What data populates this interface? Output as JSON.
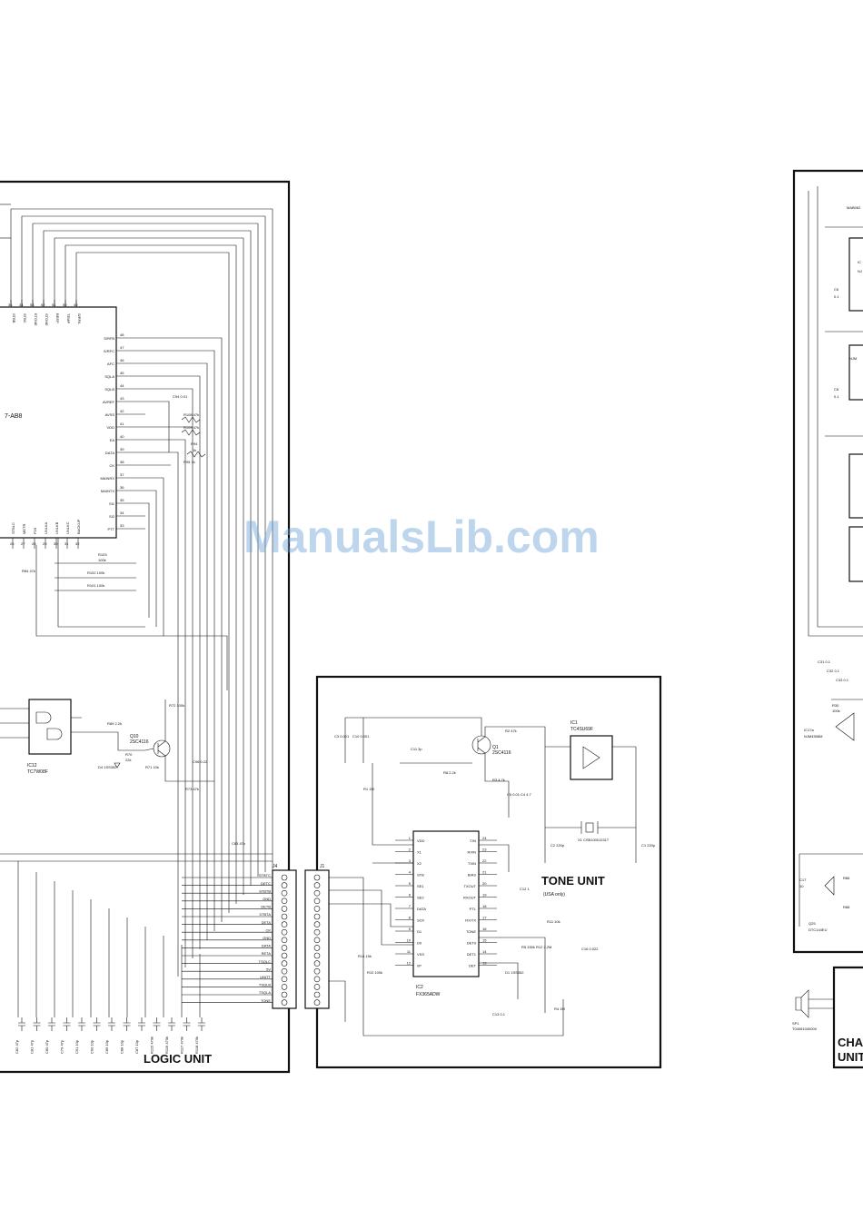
{
  "watermark": "ManualsLib.com",
  "logic_unit": {
    "title": "LOGIC UNIT",
    "main_ic_label": "7-AB8",
    "top_pins": [
      {
        "num": "36",
        "name": "STBB"
      },
      {
        "num": "34",
        "name": "STBC"
      },
      {
        "num": "53",
        "name": "ETONE"
      },
      {
        "num": "52",
        "name": "STONE"
      },
      {
        "num": "51",
        "name": "BEEP"
      },
      {
        "num": "50",
        "name": "TEMP"
      },
      {
        "num": "49",
        "name": "S/RFA"
      }
    ],
    "right_pins": [
      {
        "num": "48",
        "name": "S/RFB"
      },
      {
        "num": "47",
        "name": "S/RFC"
      },
      {
        "num": "46",
        "name": "AFC"
      },
      {
        "num": "45",
        "name": "SQLA"
      },
      {
        "num": "44",
        "name": "SQLB"
      },
      {
        "num": "43",
        "name": "AVREF"
      },
      {
        "num": "42",
        "name": "AVSS"
      },
      {
        "num": "41",
        "name": "VDD"
      },
      {
        "num": "40",
        "name": "EA"
      },
      {
        "num": "39",
        "name": "DATA"
      },
      {
        "num": "38",
        "name": "CK"
      },
      {
        "num": "37",
        "name": "MAINRX"
      },
      {
        "num": "36",
        "name": "MAINTX"
      },
      {
        "num": "35",
        "name": "SI1"
      },
      {
        "num": "34",
        "name": "SI2"
      },
      {
        "num": "33",
        "name": "PTT"
      }
    ],
    "bottom_pins": [
      {
        "num": "26",
        "name": "STBLC"
      },
      {
        "num": "27",
        "name": "METR"
      },
      {
        "num": "28",
        "name": "P20"
      },
      {
        "num": "29",
        "name": "UNLKA"
      },
      {
        "num": "30",
        "name": "UNLKB"
      },
      {
        "num": "31",
        "name": "UNLKC"
      },
      {
        "num": "32",
        "name": "BACKUP"
      }
    ],
    "parts": [
      {
        "ref": "C94",
        "val": "0.01"
      },
      {
        "ref": "R108",
        "val": "47k"
      },
      {
        "ref": "R109",
        "val": "47k"
      },
      {
        "ref": "R94",
        "val": "1k"
      },
      {
        "ref": "R95",
        "val": "1k"
      },
      {
        "ref": "R103",
        "val": "100k"
      },
      {
        "ref": "R102",
        "val": "100k"
      },
      {
        "ref": "R101",
        "val": "100k"
      },
      {
        "ref": "R84",
        "val": "47k"
      },
      {
        "ref": "R69",
        "val": "2.2k"
      },
      {
        "ref": "R70",
        "val": "22k"
      },
      {
        "ref": "R71",
        "val": "10k"
      },
      {
        "ref": "R72",
        "val": "100k"
      },
      {
        "ref": "R73",
        "val": "47k"
      },
      {
        "ref": "C96",
        "val": "0.22"
      },
      {
        "ref": "C83",
        "val": "47p"
      },
      {
        "ref": "D4",
        "val": "1SS352"
      }
    ],
    "q10": {
      "ref": "Q10",
      "part": "2SC4116"
    },
    "ic12": {
      "ref": "IC12",
      "part": "TC7W08F"
    },
    "j4_ref": "J4",
    "connector_signals": [
      "STBTC",
      "DETC",
      "STBTB",
      "GND",
      "DETB",
      "STBTA",
      "DETA",
      "CK",
      "GND",
      "DATA",
      "RETA",
      "TSQLC",
      "5V",
      "UNITT",
      "TSQLB",
      "TSQLA",
      "TONE"
    ],
    "bottom_parts": [
      "C82 47p",
      "C81 47p",
      "C80 47p",
      "C79 47p",
      "C91 10p",
      "C90 10p",
      "C89 10p",
      "C88 10p",
      "C87 10p",
      "R115 470k",
      "R116 470k",
      "R117 470k",
      "R118 470k"
    ]
  },
  "tone_unit": {
    "title": "TONE UNIT",
    "note": "(USA only)",
    "ic1": {
      "ref": "IC1",
      "part": "TC4SU69F"
    },
    "q1": {
      "ref": "Q1",
      "part": "2SC4116"
    },
    "ic2": {
      "ref": "IC2",
      "part": "FX365ADW"
    },
    "j1_ref": "J1",
    "ic2_left_pins": [
      {
        "num": "1",
        "name": "VDD"
      },
      {
        "num": "2",
        "name": "X1"
      },
      {
        "num": "3",
        "name": "X2"
      },
      {
        "num": "4",
        "name": "STB"
      },
      {
        "num": "5",
        "name": "SE1"
      },
      {
        "num": "6",
        "name": "SE2"
      },
      {
        "num": "7",
        "name": "DATA"
      },
      {
        "num": "8",
        "name": "SCK"
      },
      {
        "num": "9",
        "name": "D1"
      },
      {
        "num": "10",
        "name": "D0"
      },
      {
        "num": "11",
        "name": "VSS"
      },
      {
        "num": "12",
        "name": "I/P"
      }
    ],
    "ic2_right_pins": [
      {
        "num": "24",
        "name": "T.IN"
      },
      {
        "num": "23",
        "name": "RXIN"
      },
      {
        "num": "22",
        "name": "TXIN"
      },
      {
        "num": "21",
        "name": "BIAS"
      },
      {
        "num": "20",
        "name": "TXOUT"
      },
      {
        "num": "19",
        "name": "RXOUT"
      },
      {
        "num": "18",
        "name": "PTL"
      },
      {
        "num": "17",
        "name": "RX/TX"
      },
      {
        "num": "16",
        "name": "TONE"
      },
      {
        "num": "15",
        "name": "DET0"
      },
      {
        "num": "14",
        "name": "DET1"
      },
      {
        "num": "13",
        "name": "DET"
      }
    ],
    "parts": [
      {
        "ref": "C3",
        "val": "0.001"
      },
      {
        "ref": "C10",
        "val": "0.001"
      },
      {
        "ref": "C11",
        "val": "3p"
      },
      {
        "ref": "R8",
        "val": "2.2k"
      },
      {
        "ref": "R2",
        "val": "47k"
      },
      {
        "ref": "R3",
        "val": "4.7k"
      },
      {
        "ref": "R1",
        "val": "1M"
      },
      {
        "ref": "C5",
        "val": "0.01"
      },
      {
        "ref": "C4",
        "val": "4.7"
      },
      {
        "ref": "C2",
        "val": "220p"
      },
      {
        "ref": "C1",
        "val": "220p"
      },
      {
        "ref": "X1",
        "val": "CSB1000J231T"
      },
      {
        "ref": "R11",
        "val": "10k"
      },
      {
        "ref": "C16",
        "val": "0.022"
      },
      {
        "ref": "R5",
        "val": "330k"
      },
      {
        "ref": "R12",
        "val": "2.2M"
      },
      {
        "ref": "D1",
        "val": "1SS352"
      },
      {
        "ref": "C13",
        "val": "0.1"
      },
      {
        "ref": "R4",
        "val": "1M"
      },
      {
        "ref": "R10",
        "val": "100k"
      },
      {
        "ref": "R14",
        "val": "15k"
      },
      {
        "ref": "C12",
        "val": "1"
      }
    ]
  },
  "right_fragment": {
    "labels": [
      "MAB062",
      "NJ",
      "IC",
      "NJM",
      "C6",
      "0.1",
      "C8",
      "0.1",
      "R30",
      "100k",
      "IC17a",
      "NJM4558M",
      "Q25",
      "DTC144EU",
      "C17",
      "10",
      "R86",
      "R88",
      "C31 0.1",
      "C32 0.1",
      "C33 0.1"
    ],
    "sp1_ref": "SP1",
    "sp1_part": "T04061040000",
    "unit_title_line1": "CHA",
    "unit_title_line2": "UNIT"
  }
}
